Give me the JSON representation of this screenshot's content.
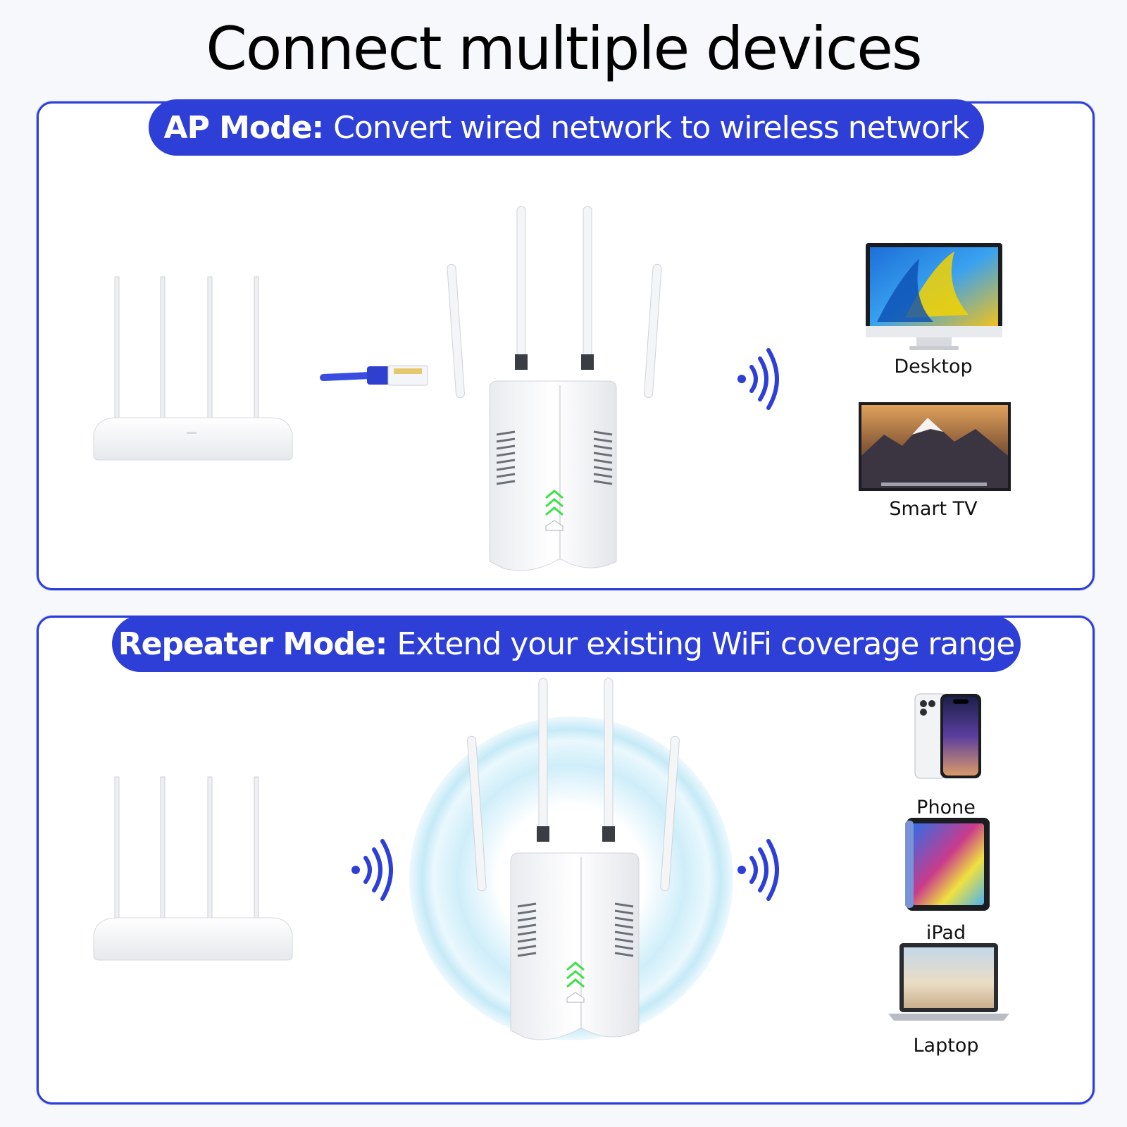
{
  "title": "Connect multiple devices",
  "ap_mode": {
    "mode_label": "AP Mode:",
    "mode_description": "Convert wired network to wireless network",
    "devices": [
      "Desktop",
      "Smart TV"
    ]
  },
  "repeater_mode": {
    "mode_label": "Repeater Mode:",
    "mode_description": "Extend your existing WiFi coverage range",
    "devices": [
      "Phone",
      "iPad",
      "Laptop"
    ]
  },
  "colors": {
    "accent": "#2d3fd6",
    "led": "#3ee04a",
    "halo": "#bfe7f6"
  },
  "icons": [
    "router-icon",
    "ethernet-cable-icon",
    "wifi-extender-icon",
    "wifi-signal-icon",
    "desktop-icon",
    "tv-icon",
    "phone-icon",
    "tablet-icon",
    "laptop-icon"
  ]
}
